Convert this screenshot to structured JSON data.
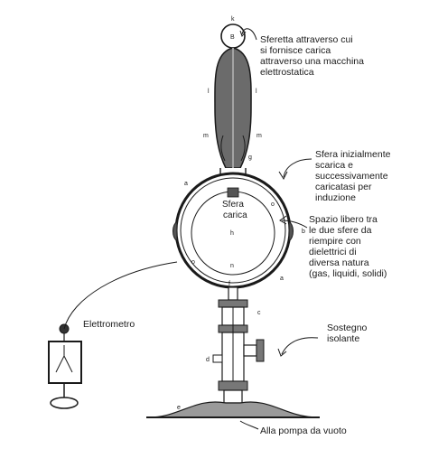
{
  "labels": {
    "sfera_b_text": [
      "Sferetta attraverso cui",
      "si fornisce carica",
      "attraverso una macchina",
      "elettrostatica"
    ],
    "sfera_esterna_text": [
      "Sfera inizialmente",
      "scarica e",
      "successivamente",
      "caricatasi per",
      "induzione"
    ],
    "spazio_text": [
      "Spazio libero tra",
      "le due sfere da",
      "riempire con",
      "dielettrici di",
      "diversa natura",
      "(gas, liquidi, solidi)"
    ],
    "sostegno_text": [
      "Sostegno",
      "isolante"
    ],
    "elettrometro": "Elettrometro",
    "pompa": "Alla pompa da vuoto",
    "sfera_carica": [
      "Sfera",
      "carica"
    ]
  },
  "letters": {
    "k": "k",
    "B": "B",
    "l_left": "l",
    "l_right": "l",
    "m_left": "m",
    "m_right": "m",
    "g": "g",
    "a_top": "a",
    "o_top": "o",
    "h": "h",
    "b": "b",
    "o_left": "o",
    "n": "n",
    "a_bottom": "a",
    "f": "f",
    "c": "c",
    "d": "d",
    "e": "e"
  }
}
